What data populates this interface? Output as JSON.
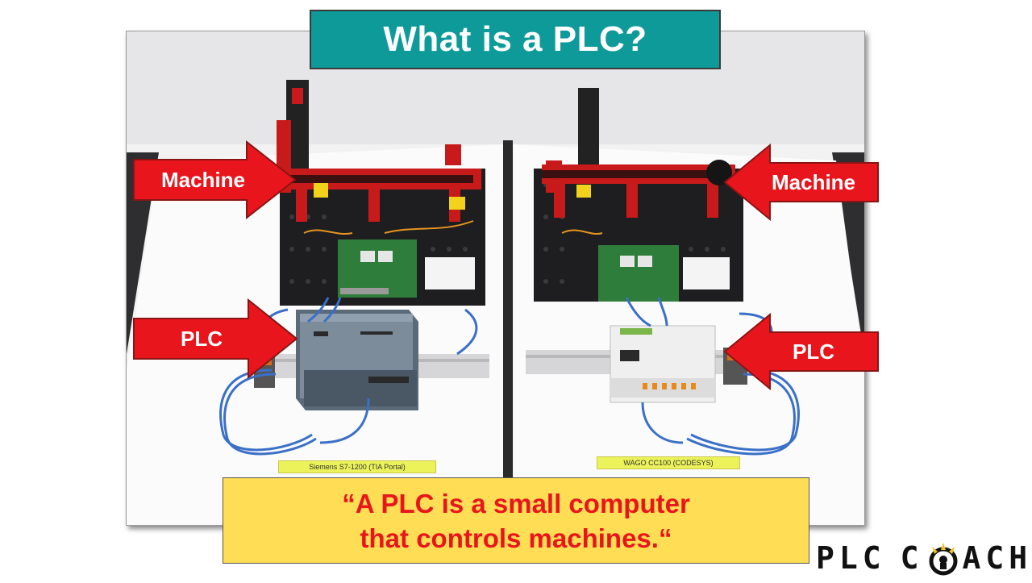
{
  "slide": {
    "title": "What is a PLC?",
    "arrows": {
      "machine_left": "Machine",
      "machine_right": "Machine",
      "plc_left": "PLC",
      "plc_right": "PLC"
    },
    "quote_line1": "“A PLC is a small computer",
    "quote_line2": "that controls machines.“",
    "photo_labels": {
      "left": "Siemens S7-1200 (TIA Portal)",
      "right": "WAGO CC100 (CODESYS)"
    },
    "brand": {
      "part1": "PLC",
      "part2a": "C",
      "part2b": "ACH",
      "logo_icon": "lightbulb-o-icon"
    }
  },
  "colors": {
    "title_bg": "#0f9a9a",
    "arrow_red": "#e8161c",
    "quote_bg": "#ffdd55",
    "quote_text": "#e8161c",
    "brand_accent": "#f2c21b"
  }
}
